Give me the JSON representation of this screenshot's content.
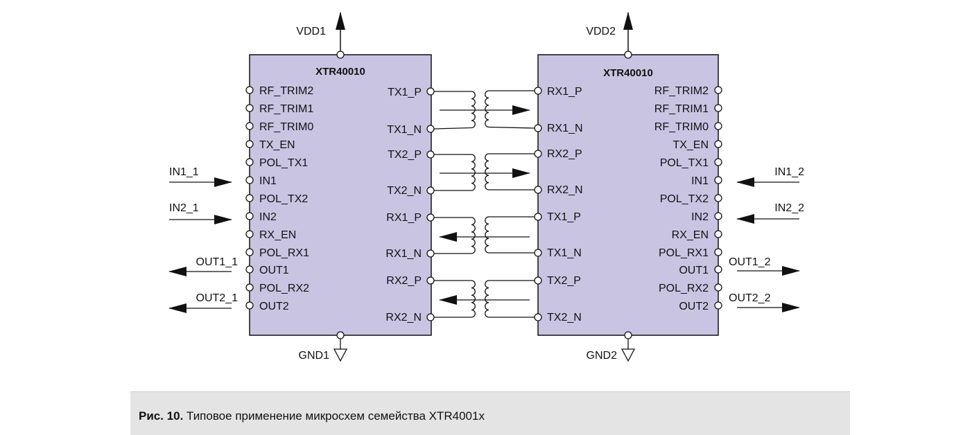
{
  "chip1": {
    "name": "XTR40010",
    "supply": "VDD1",
    "ground": "GND1",
    "left_pins": [
      "RF_TRIM2",
      "RF_TRIM1",
      "RF_TRIM0",
      "TX_EN",
      "POL_TX1",
      "IN1",
      "POL_TX2",
      "IN2",
      "RX_EN",
      "POL_RX1",
      "OUT1",
      "POL_RX2",
      "OUT2"
    ],
    "right_pins": [
      "TX1_P",
      "TX1_N",
      "TX2_P",
      "TX2_N",
      "RX1_P",
      "RX1_N",
      "RX2_P",
      "RX2_N"
    ]
  },
  "chip2": {
    "name": "XTR40010",
    "supply": "VDD2",
    "ground": "GND2",
    "left_pins": [
      "RX1_P",
      "RX1_N",
      "RX2_P",
      "RX2_N",
      "TX1_P",
      "TX1_N",
      "TX2_P",
      "TX2_N"
    ],
    "right_pins": [
      "RF_TRIM2",
      "RF_TRIM1",
      "RF_TRIM0",
      "TX_EN",
      "POL_TX1",
      "IN1",
      "POL_TX2",
      "IN2",
      "RX_EN",
      "POL_RX1",
      "OUT1",
      "POL_RX2",
      "OUT2"
    ]
  },
  "signals": {
    "in1_1": "IN1_1",
    "in2_1": "IN2_1",
    "out1_1": "OUT1_1",
    "out2_1": "OUT2_1",
    "in1_2": "IN1_2",
    "in2_2": "IN2_2",
    "out1_2": "OUT1_2",
    "out2_2": "OUT2_2"
  },
  "colors": {
    "chip_fill": "#c8c4e2",
    "line": "#111111",
    "caption_bg": "#e4e4e4"
  },
  "caption": {
    "label": "Рис. 10.",
    "text": " Типовое применение микросхем семейства XTR4001x"
  }
}
